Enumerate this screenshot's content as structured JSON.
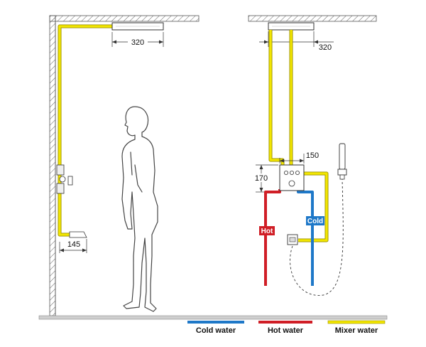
{
  "colors": {
    "cold": "#1e78c8",
    "hot": "#d01e26",
    "mixer": "#f2e600",
    "mixer_edge": "#9a8f00",
    "line": "#333333",
    "wall": "#d8d8d8",
    "floor": "#c8c8c8"
  },
  "dimensions": {
    "ceiling_head_left": "320",
    "ceiling_head_right": "320",
    "valve_width": "150",
    "valve_height": "170",
    "spout_depth": "145"
  },
  "tags": {
    "hot": "Hot",
    "cold": "Cold"
  },
  "legend": {
    "cold": "Cold water",
    "hot": "Hot water",
    "mixer": "Mixer water"
  },
  "icons": {
    "person": "person-silhouette-icon",
    "rain_head": "rain-shower-head-icon",
    "hand_shower": "hand-shower-icon",
    "valve": "thermostatic-valve-icon"
  }
}
